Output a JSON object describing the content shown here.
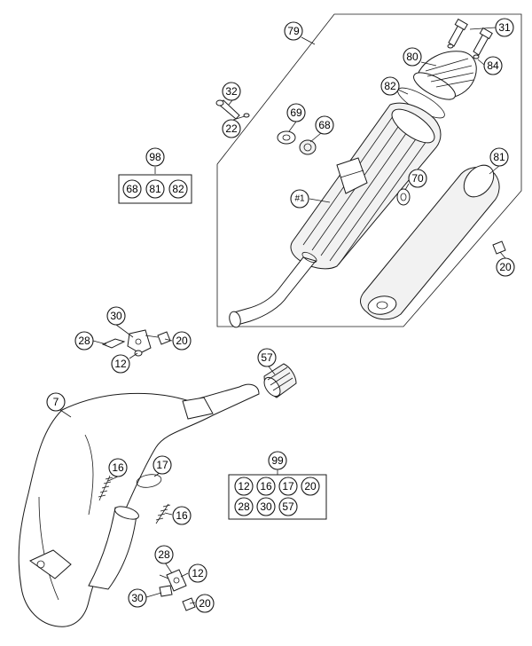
{
  "callouts": {
    "c79": "79",
    "c31": "31",
    "c80": "80",
    "c84": "84",
    "c82": "82",
    "c32": "32",
    "c22": "22",
    "c69": "69",
    "c68": "68",
    "c70": "70",
    "c81": "81",
    "c1": "#1",
    "c20a": "20",
    "c98": "98",
    "k98_68": "68",
    "k98_81": "81",
    "k98_82": "82",
    "c30a": "30",
    "c28a": "28",
    "c12a": "12",
    "c20b": "20",
    "c57": "57",
    "c7": "7",
    "c16a": "16",
    "c17": "17",
    "c16b": "16",
    "c99": "99",
    "k99_12": "12",
    "k99_16": "16",
    "k99_17": "17",
    "k99_20": "20",
    "k99_28": "28",
    "k99_30": "30",
    "k99_57": "57",
    "c28b": "28",
    "c12b": "12",
    "c30b": "30",
    "c20c": "20"
  }
}
